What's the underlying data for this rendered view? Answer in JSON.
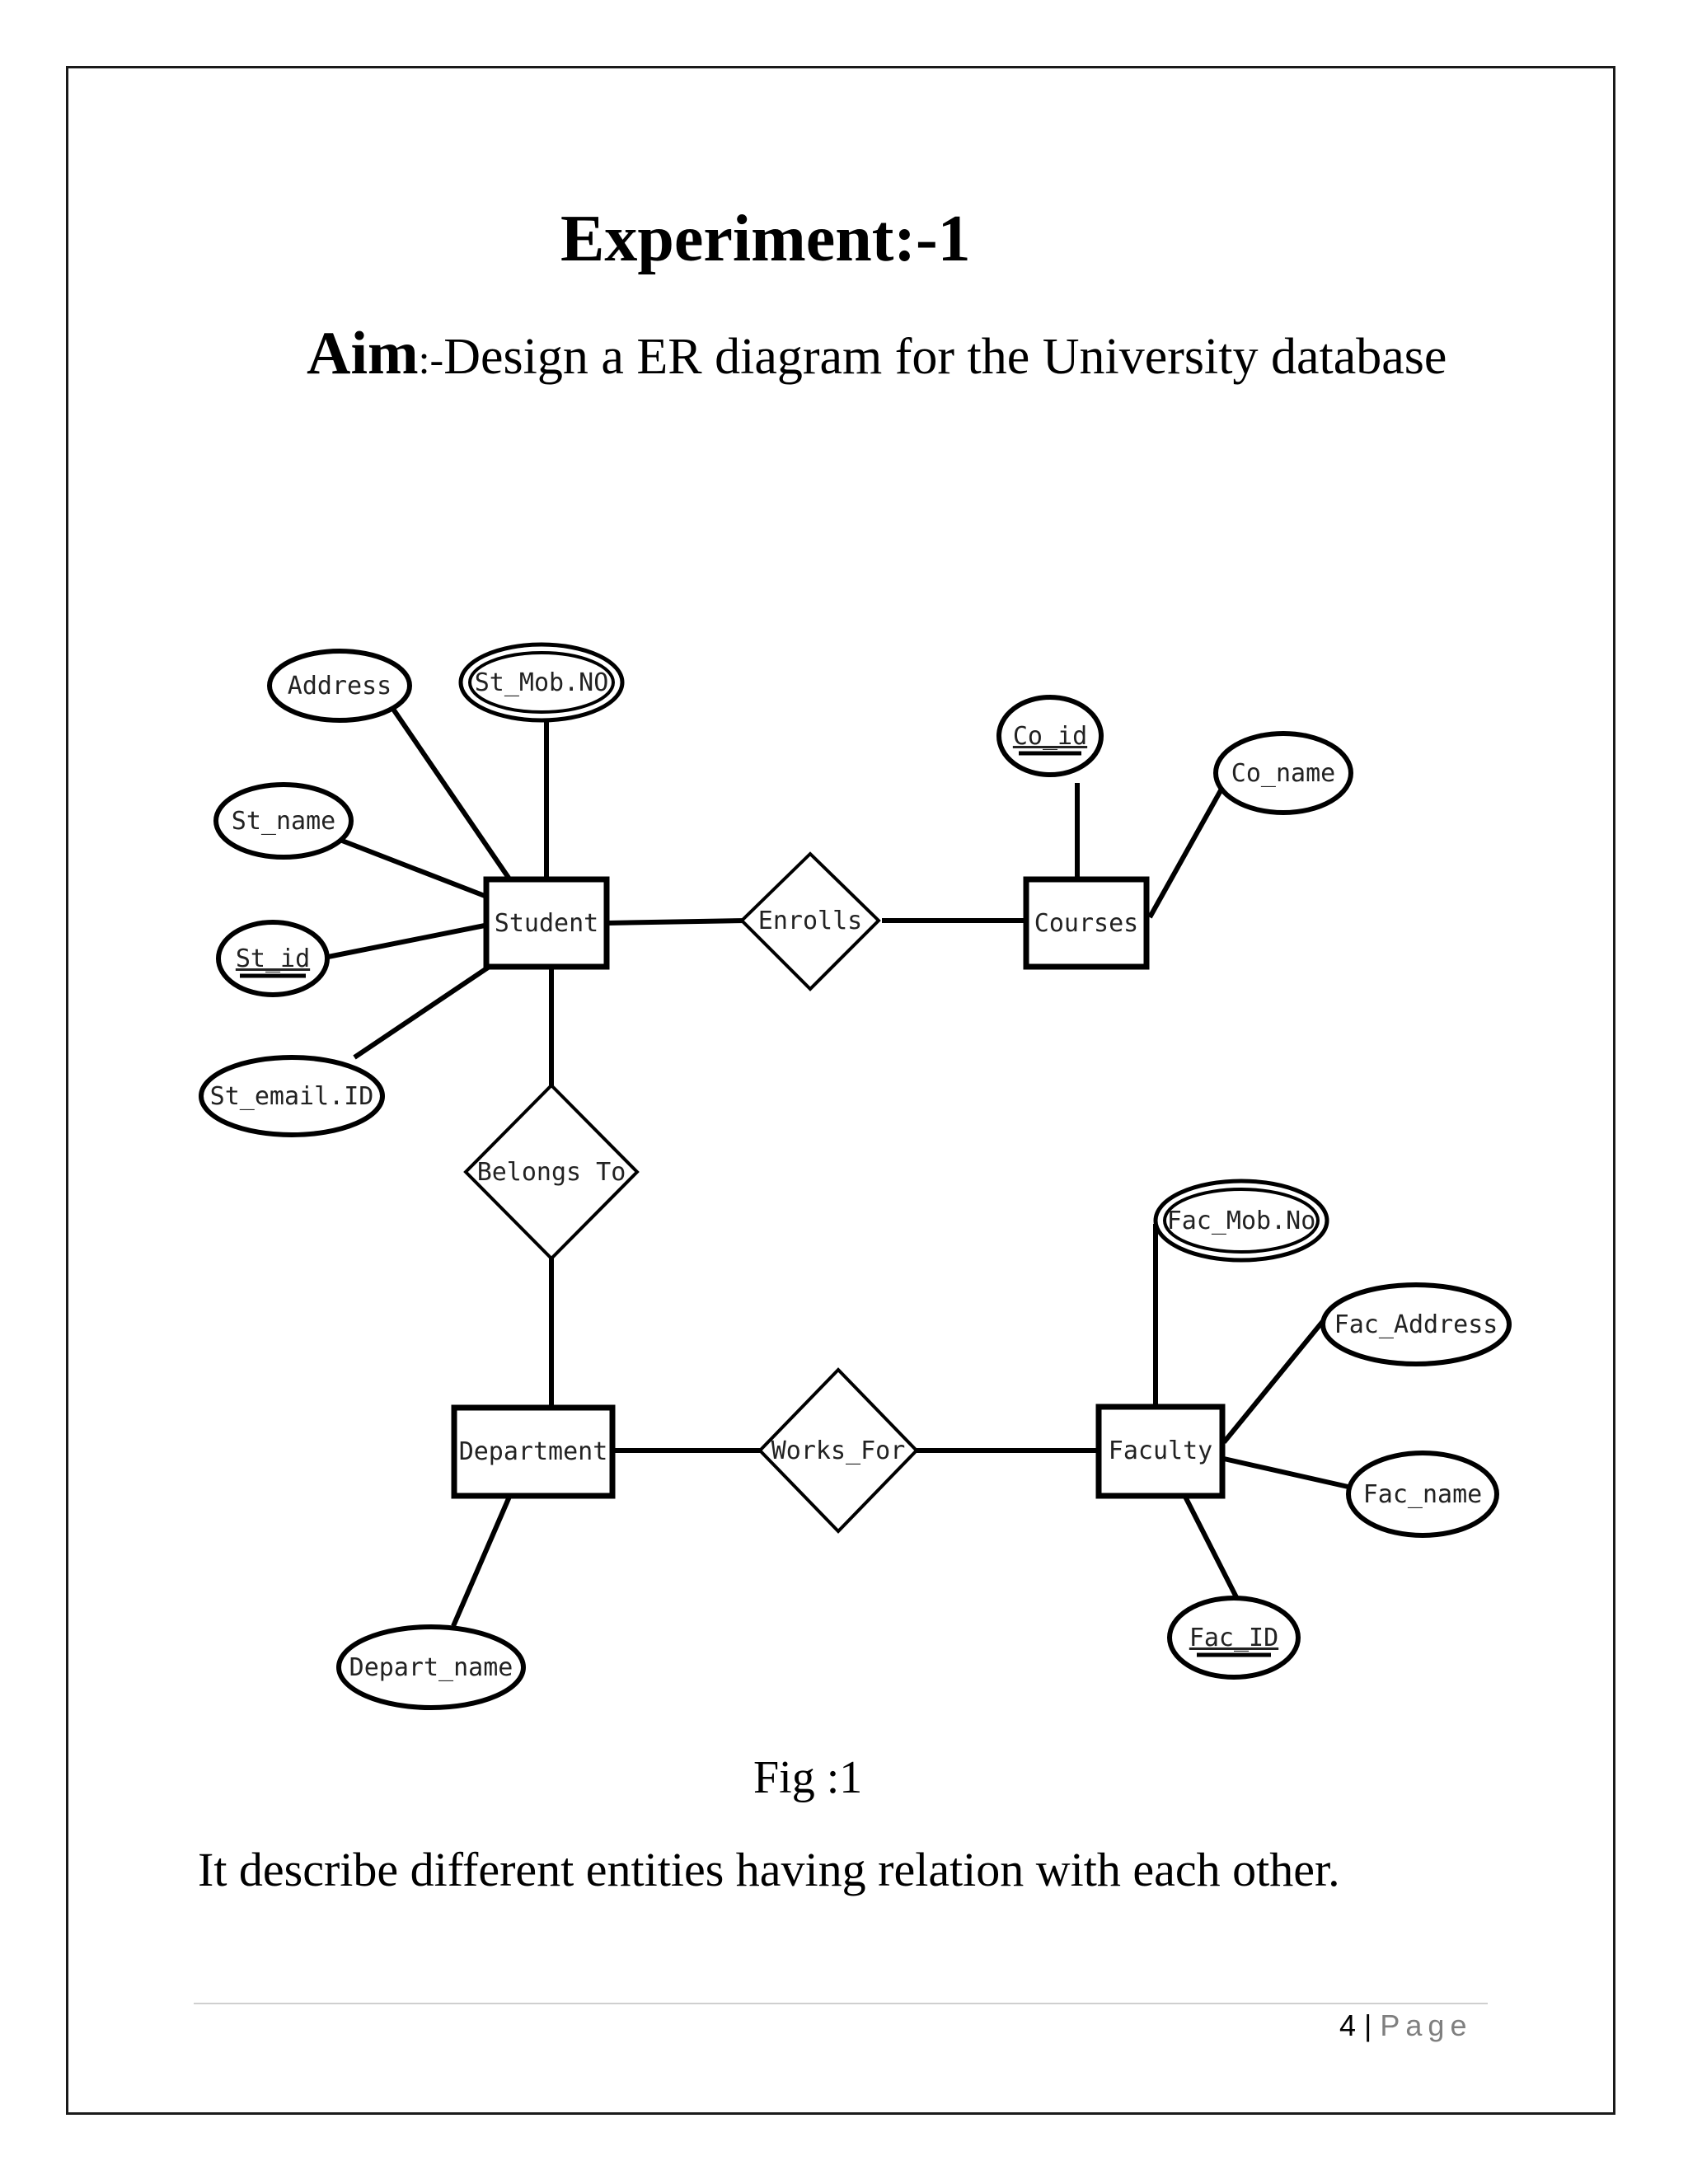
{
  "document": {
    "title": "Experiment:-1",
    "aim_label": "Aim",
    "aim_separator": ":-",
    "aim_text": "Design  a ER diagram for the University database",
    "caption": "Fig :1",
    "description": "It describe different entities having relation with each other.",
    "footer": {
      "page_number": "4",
      "separator": " | ",
      "page_word": "Page"
    }
  },
  "diagram": {
    "entities": [
      {
        "id": "student",
        "label": "Student"
      },
      {
        "id": "courses",
        "label": "Courses"
      },
      {
        "id": "department",
        "label": "Department"
      },
      {
        "id": "faculty",
        "label": "Faculty"
      }
    ],
    "relationships": [
      {
        "id": "enrolls",
        "label": "Enrolls",
        "connects": [
          "student",
          "courses"
        ]
      },
      {
        "id": "belongs_to",
        "label": "Belongs To",
        "connects": [
          "student",
          "department"
        ]
      },
      {
        "id": "works_for",
        "label": "Works_For",
        "connects": [
          "department",
          "faculty"
        ]
      }
    ],
    "attributes": [
      {
        "id": "address",
        "label": "Address",
        "entity": "student",
        "key": false,
        "multivalued": false
      },
      {
        "id": "st_mob",
        "label": "St_Mob.NO",
        "entity": "student",
        "key": false,
        "multivalued": true
      },
      {
        "id": "st_name",
        "label": "St_name",
        "entity": "student",
        "key": false,
        "multivalued": false
      },
      {
        "id": "st_id",
        "label": "St_id",
        "entity": "student",
        "key": true,
        "multivalued": false
      },
      {
        "id": "st_email",
        "label": "St_email.ID",
        "entity": "student",
        "key": false,
        "multivalued": false
      },
      {
        "id": "co_id",
        "label": "Co_id",
        "entity": "courses",
        "key": true,
        "multivalued": false
      },
      {
        "id": "co_name",
        "label": "Co_name",
        "entity": "courses",
        "key": false,
        "multivalued": false
      },
      {
        "id": "depart_name",
        "label": "Depart_name",
        "entity": "department",
        "key": false,
        "multivalued": false
      },
      {
        "id": "fac_mob",
        "label": "Fac_Mob.No",
        "entity": "faculty",
        "key": false,
        "multivalued": true
      },
      {
        "id": "fac_address",
        "label": "Fac_Address",
        "entity": "faculty",
        "key": false,
        "multivalued": false
      },
      {
        "id": "fac_name",
        "label": "Fac_name",
        "entity": "faculty",
        "key": false,
        "multivalued": false
      },
      {
        "id": "fac_id",
        "label": "Fac_ID",
        "entity": "faculty",
        "key": true,
        "multivalued": false
      }
    ]
  }
}
